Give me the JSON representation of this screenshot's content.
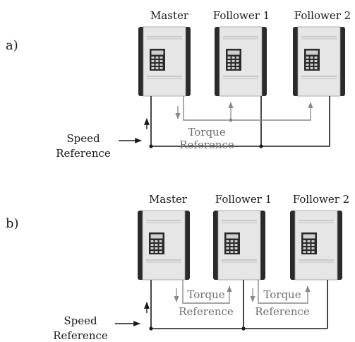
{
  "panel_a": {
    "label": "a)",
    "drives": [
      "Master",
      "Follower 1",
      "Follower 2"
    ],
    "torque_ref": [
      "Torque",
      "Reference"
    ],
    "speed_ref": [
      "Speed",
      "Reference"
    ]
  },
  "panel_b": {
    "label": "b)",
    "drives": [
      "Master",
      "Follower 1",
      "Follower 2"
    ],
    "torque_ref_1": [
      "Torque",
      "Reference"
    ],
    "torque_ref_2": [
      "Torque",
      "Reference"
    ],
    "speed_ref": [
      "Speed",
      "Reference"
    ]
  },
  "colors": {
    "line": "#1a1a1a",
    "signal": "#888888",
    "drive_body": "#e4e4e4",
    "drive_side": "#2a2a2a",
    "display": "#2a2a2a"
  }
}
